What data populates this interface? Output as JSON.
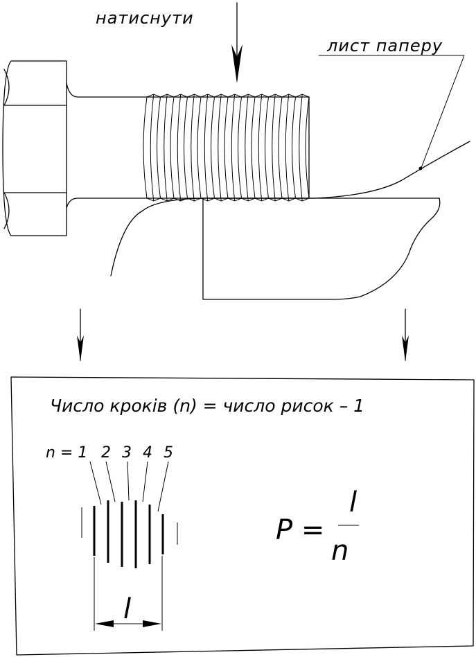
{
  "labels": {
    "press": "натиснути",
    "paper_sheet": "лист паперу"
  },
  "card": {
    "title": "Число кроків (n) = число рисок – 1",
    "count_labels": [
      "n = 1",
      "2",
      "3",
      "4",
      "5"
    ],
    "length_symbol": "l",
    "formula": {
      "lhs": "P =",
      "numerator": "l",
      "denominator": "n"
    }
  }
}
